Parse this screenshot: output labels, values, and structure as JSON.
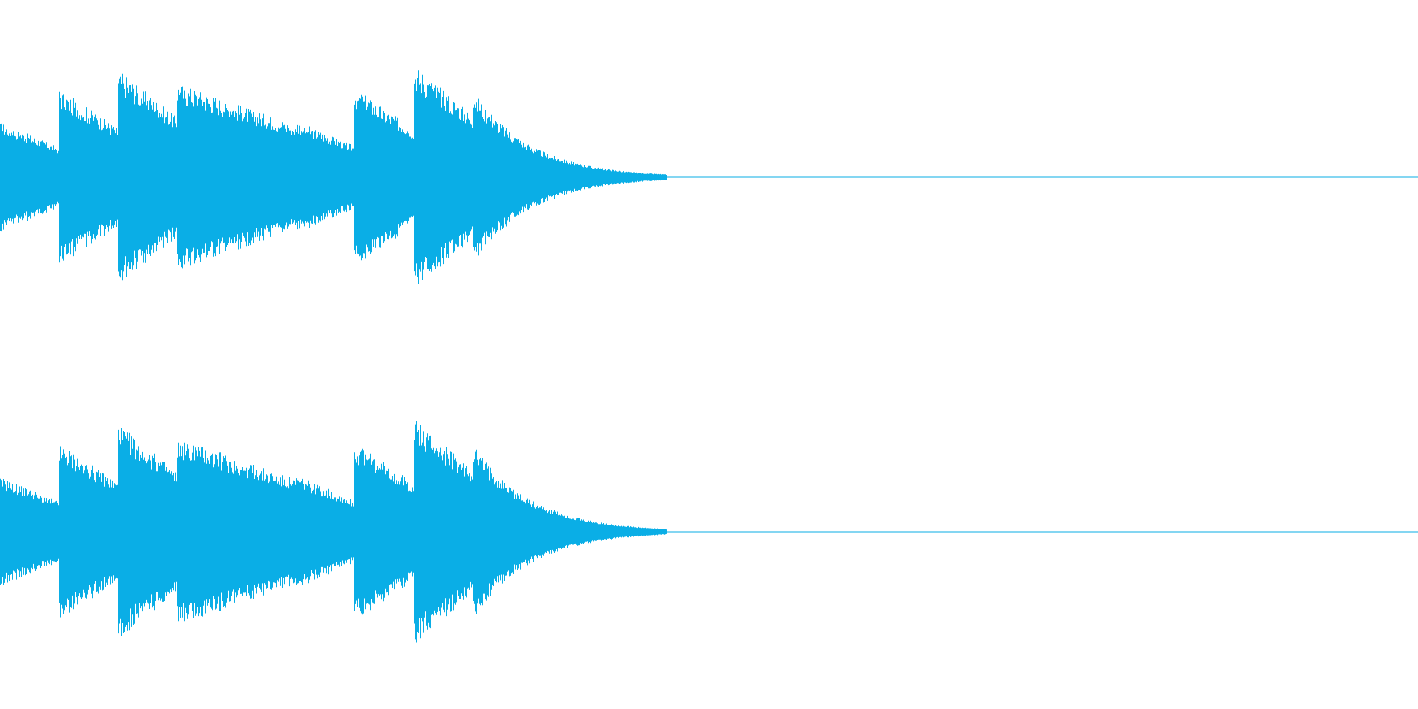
{
  "waveform": {
    "color": "#0aaee6",
    "background": "#ffffff",
    "channel_count": 2,
    "envelope": {
      "note_onsets": [
        0.0,
        0.0415,
        0.0833,
        0.125,
        0.2085,
        0.25,
        0.2915,
        0.333
      ],
      "note_peaks": [
        0.29,
        0.47,
        0.57,
        0.5,
        0.3,
        0.47,
        0.6,
        0.47
      ],
      "note_ends": [
        0.0415,
        0.0833,
        0.125,
        0.2085,
        0.25,
        0.2915,
        0.333,
        0.47
      ],
      "sound_end": 0.47
    }
  }
}
